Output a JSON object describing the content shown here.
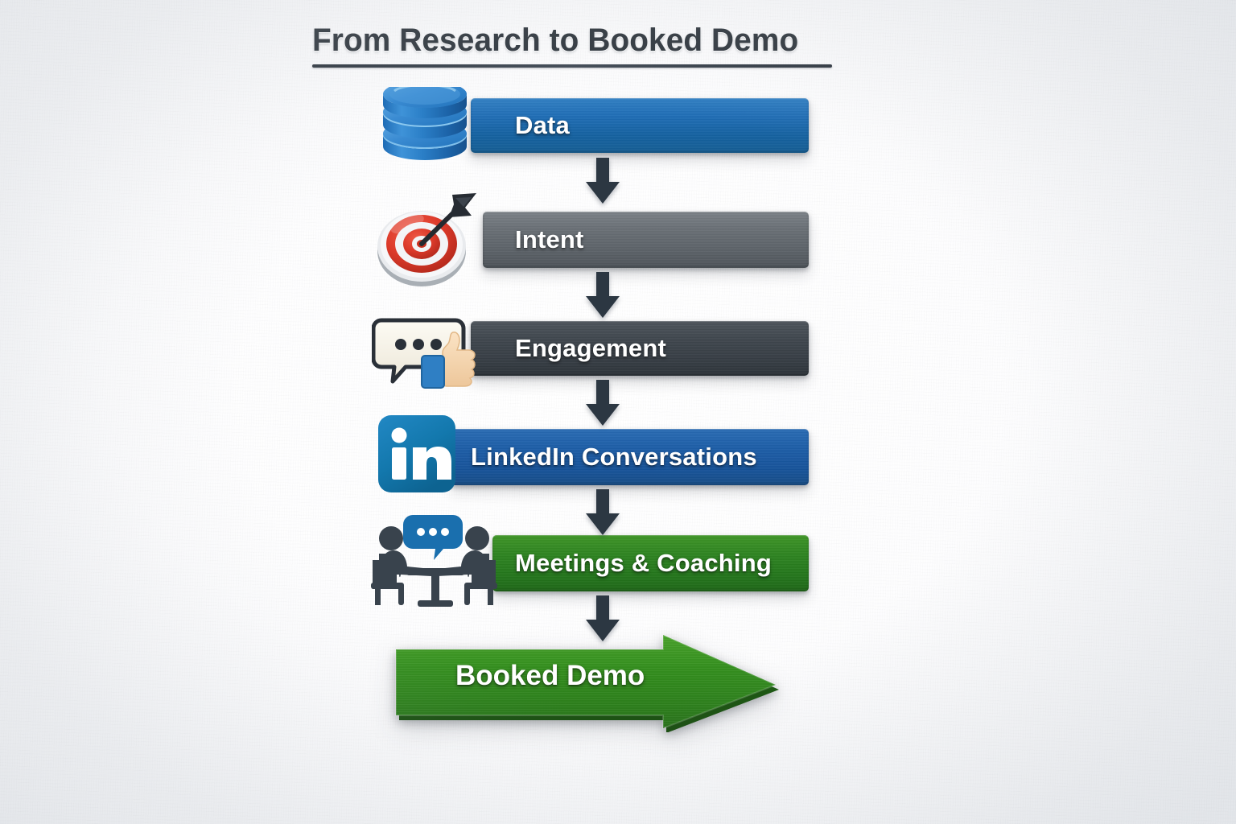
{
  "title": {
    "text": "From Research to Booked Demo"
  },
  "flow": {
    "steps": [
      {
        "id": "data",
        "label": "Data",
        "icon": "database-icon",
        "color": "#1f6db5",
        "shape": "bar"
      },
      {
        "id": "intent",
        "label": "Intent",
        "icon": "target-dart-icon",
        "color": "#696f75",
        "shape": "bar"
      },
      {
        "id": "engagement",
        "label": "Engagement",
        "icon": "speech-bubble-thumbs-up-icon",
        "color": "#40474e",
        "shape": "bar"
      },
      {
        "id": "linkedin-conversations",
        "label": "LinkedIn Conversations",
        "icon": "linkedin-icon",
        "color": "#1d5ea8",
        "shape": "bar"
      },
      {
        "id": "meetings-coaching",
        "label": "Meetings & Coaching",
        "icon": "meeting-people-icon",
        "color": "#2e8421",
        "shape": "bar"
      },
      {
        "id": "booked-demo",
        "label": "Booked Demo",
        "icon": "",
        "color": "#2e8421",
        "shape": "arrow"
      }
    ],
    "connector": {
      "icon": "arrow-down-icon",
      "color": "#2c3742",
      "count": 5
    }
  },
  "palette": {
    "background": "#ffffff",
    "title_color": "#31383f",
    "label_color": "#ffffff",
    "blue_light": "#1f6db5",
    "blue_dark": "#1d5ea8",
    "gray": "#696f75",
    "dark_gray": "#40474e",
    "green": "#2e8421",
    "target_red": "#d8372a",
    "linkedin_blue": "#1277b0"
  }
}
